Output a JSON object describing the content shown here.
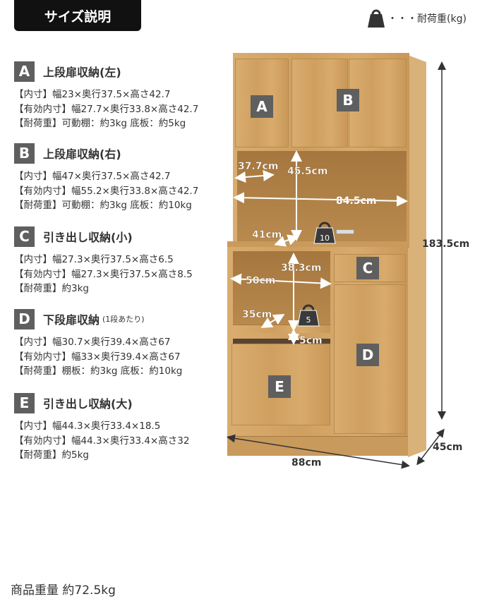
{
  "header": {
    "title": "サイズ説明"
  },
  "legend": {
    "icon": "weight-icon",
    "text": "・・・耐荷重(kg)"
  },
  "sections": [
    {
      "letter": "A",
      "name": "上段扉収納(左)",
      "note": "",
      "lines": [
        "【内寸】幅23×奥行37.5×高さ42.7",
        "【有効内寸】幅27.7×奥行33.8×高さ42.7",
        "【耐荷重】可動棚：約3kg 底板：約5kg"
      ]
    },
    {
      "letter": "B",
      "name": "上段扉収納(右)",
      "note": "",
      "lines": [
        "【内寸】幅47×奥行37.5×高さ42.7",
        "【有効内寸】幅55.2×奥行33.8×高さ42.7",
        "【耐荷重】可動棚：約3kg 底板：約10kg"
      ]
    },
    {
      "letter": "C",
      "name": "引き出し収納(小)",
      "note": "",
      "lines": [
        "【内寸】幅27.3×奥行37.5×高さ6.5",
        "【有効内寸】幅27.3×奥行37.5×高さ8.5",
        "【耐荷重】約3kg"
      ]
    },
    {
      "letter": "D",
      "name": "下段扉収納",
      "note": "(1段あたり)",
      "lines": [
        "【内寸】幅30.7×奥行39.4×高さ67",
        "【有効内寸】幅33×奥行39.4×高さ67",
        "【耐荷重】棚板：約3kg 底板：約10kg"
      ]
    },
    {
      "letter": "E",
      "name": "引き出し収納(大)",
      "note": "",
      "lines": [
        "【内寸】幅44.3×奥行33.4×18.5",
        "【有効内寸】幅44.3×奥行33.4×高さ32",
        "【耐荷重】約5kg"
      ]
    }
  ],
  "diagram": {
    "labels": [
      "A",
      "B",
      "C",
      "D",
      "E"
    ],
    "dims": {
      "height": "183.5cm",
      "width": "88cm",
      "depth": "45cm",
      "shelf_depth": "37.7cm",
      "shelf_height": "45.5cm",
      "shelf_width": "84.5cm",
      "counter_depth": "41cm",
      "lower_height": "38.3cm",
      "lower_width": "50cm",
      "slide_depth": "35cm",
      "slide_gap": "5cm"
    },
    "loads": {
      "counter": "10",
      "slide": "5"
    }
  },
  "footer": {
    "weight": "商品重量 約72.5kg"
  }
}
